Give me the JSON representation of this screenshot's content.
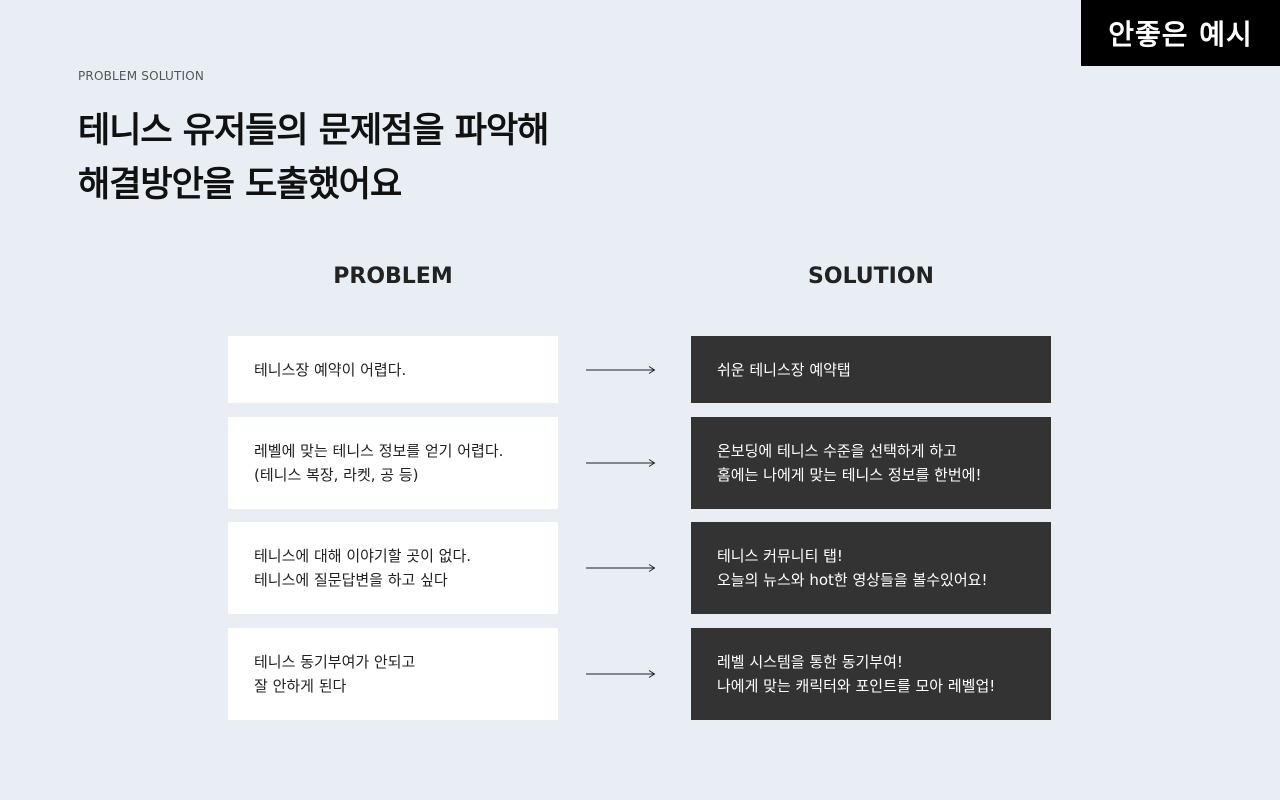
{
  "badge": {
    "label": "안좋은 예시"
  },
  "header": {
    "eyebrow": "PROBLEM SOLUTION",
    "title_line1": "테니스 유저들의 문제점을 파악해",
    "title_line2": "해결방안을 도출했어요"
  },
  "columns": {
    "problem": "PROBLEM",
    "solution": "SOLUTION"
  },
  "rows": [
    {
      "problem": [
        "테니스장 예약이 어렵다."
      ],
      "solution": [
        "쉬운 테니스장 예약탭"
      ]
    },
    {
      "problem": [
        "레벨에 맞는 테니스 정보를 얻기 어렵다.",
        "(테니스 복장, 라켓, 공 등)"
      ],
      "solution": [
        "온보딩에 테니스 수준을 선택하게 하고",
        "홈에는 나에게 맞는 테니스 정보를 한번에!"
      ]
    },
    {
      "problem": [
        "테니스에 대해 이야기할 곳이 없다.",
        "테니스에 질문답변을 하고 싶다"
      ],
      "solution": [
        "테니스 커뮤니티 탭!",
        "오늘의 뉴스와 hot한 영상들을 볼수있어요!"
      ]
    },
    {
      "problem": [
        "테니스 동기부여가 안되고",
        "잘 안하게 된다"
      ],
      "solution": [
        "레벨 시스템을 통한 동기부여!",
        "나에게 맞는 캐릭터와 포인트를 모아 레벨업!"
      ]
    }
  ],
  "colors": {
    "background": "#e8eef3",
    "solution_card": "#333333",
    "problem_card": "#ffffff",
    "badge": "#000000"
  },
  "icons": {
    "arrow": "arrow-right-icon"
  }
}
